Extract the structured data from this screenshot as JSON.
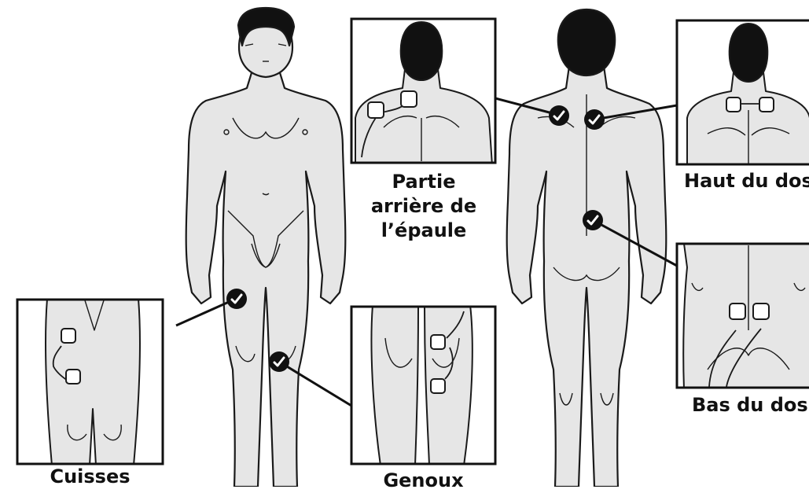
{
  "colors": {
    "skin": "#e6e6e6",
    "outline": "#1a1a1a",
    "hair": "#111111",
    "marker": "#111111",
    "check": "#ffffff",
    "electrode": "#ffffff"
  },
  "icons": {
    "marker": "check-circle-icon",
    "pad": "electrode-pad-icon"
  },
  "labels": {
    "shoulder": [
      "Partie",
      "arrière de",
      "l’épaule"
    ],
    "upper_back": "Haut du dos",
    "lower_back": "Bas du dos",
    "thighs": "Cuisses",
    "knees": "Genoux"
  },
  "placements": [
    {
      "id": "shoulder",
      "figure": "back",
      "inset_label": "shoulder",
      "pads": 2
    },
    {
      "id": "upper-back",
      "figure": "back",
      "inset_label": "upper_back",
      "pads": 2
    },
    {
      "id": "lower-back",
      "figure": "back",
      "inset_label": "lower_back",
      "pads": 2
    },
    {
      "id": "thighs",
      "figure": "front",
      "inset_label": "thighs",
      "pads": 2
    },
    {
      "id": "knees",
      "figure": "front",
      "inset_label": "knees",
      "pads": 2
    }
  ]
}
